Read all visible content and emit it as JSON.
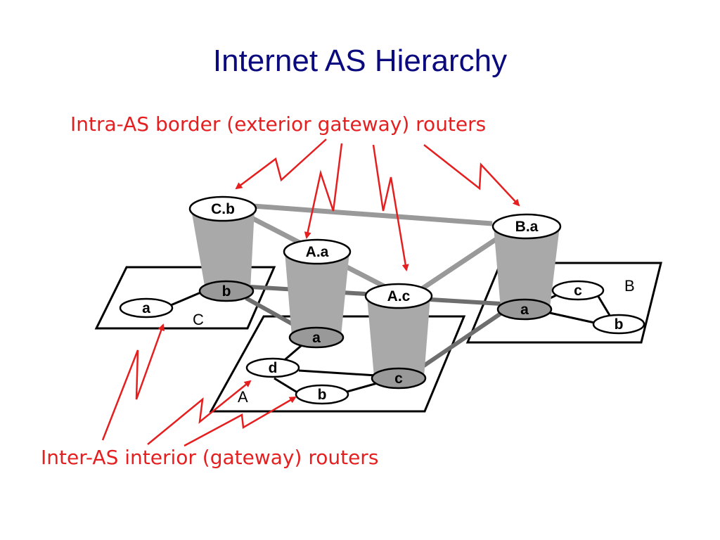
{
  "slide": {
    "title": "Internet AS Hierarchy",
    "callout_top": "Intra-AS border (exterior gateway) routers",
    "callout_bottom": "Inter-AS interior (gateway) routers"
  },
  "regions": {
    "A": "A",
    "B": "B",
    "C": "C"
  },
  "routers": {
    "C_b_top": "C.b",
    "A_a_top": "A.a",
    "A_c_top": "A.c",
    "B_a_top": "B.a",
    "C_a": "a",
    "C_b": "b",
    "A_a": "a",
    "A_d": "d",
    "A_b": "b",
    "A_c": "c",
    "B_a": "a",
    "B_c": "c",
    "B_b": "b"
  },
  "colors": {
    "title": "#0a0a7e",
    "callout": "#e51f1f",
    "cylinder": "#a9a9a9",
    "inter_link": "#999999",
    "intra_link": "#6e6e6e"
  }
}
